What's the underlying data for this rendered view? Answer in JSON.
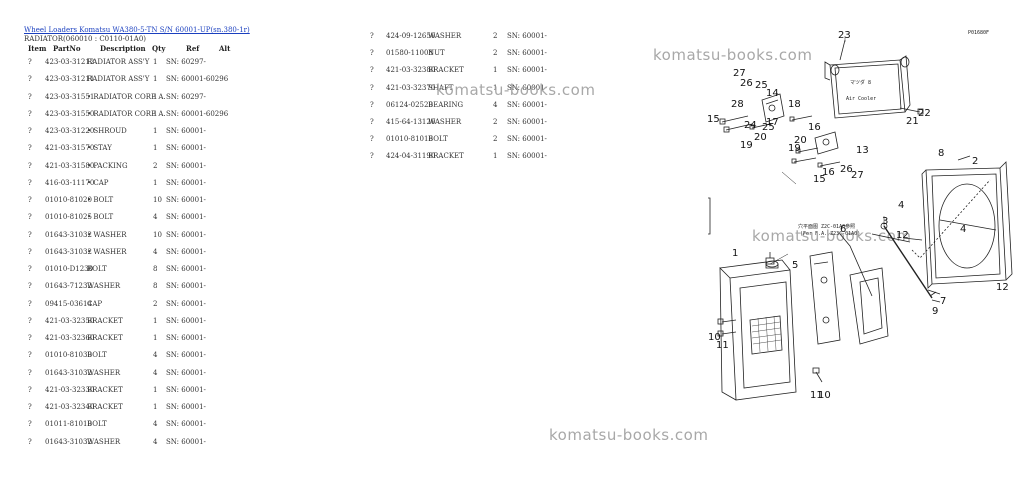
{
  "header": {
    "breadcrumb": "Wheel Loaders Komatsu WA380-5-TN S/N 60001-UP(sn.380-1r)",
    "subtitle": "RADIATOR(060010 : C0110-01A0)"
  },
  "columns": [
    "Item",
    "PartNo",
    "Description",
    "Qty",
    "Ref",
    "Alt"
  ],
  "left_rows": [
    {
      "item": "?",
      "part": "423-03-31212",
      "desc": "RADIATOR ASS'Y",
      "qty": "1",
      "ref": "SN: 60297-"
    },
    {
      "item": "?",
      "part": "423-03-31211",
      "desc": "RADIATOR ASS'Y",
      "qty": "1",
      "ref": "SN: 60001-60296"
    },
    {
      "item": "?",
      "part": "423-03-31551",
      "desc": "• RADIATOR CORE A.",
      "qty": "1",
      "ref": "SN: 60297-"
    },
    {
      "item": "?",
      "part": "423-03-31550",
      "desc": "• RADIATOR CORE A.",
      "qty": "1",
      "ref": "SN: 60001-60296"
    },
    {
      "item": "?",
      "part": "423-03-31220",
      "desc": "• SHROUD",
      "qty": "1",
      "ref": "SN: 60001-"
    },
    {
      "item": "?",
      "part": "421-03-31570",
      "desc": "• STAY",
      "qty": "1",
      "ref": "SN: 60001-"
    },
    {
      "item": "?",
      "part": "421-03-31580",
      "desc": "• PACKING",
      "qty": "2",
      "ref": "SN: 60001-"
    },
    {
      "item": "?",
      "part": "416-03-11170",
      "desc": "• CAP",
      "qty": "1",
      "ref": "SN: 60001-"
    },
    {
      "item": "?",
      "part": "01010-81020",
      "desc": "• BOLT",
      "qty": "10",
      "ref": "SN: 60001-"
    },
    {
      "item": "?",
      "part": "01010-81025",
      "desc": "• BOLT",
      "qty": "4",
      "ref": "SN: 60001-"
    },
    {
      "item": "?",
      "part": "01643-31032",
      "desc": "• WASHER",
      "qty": "10",
      "ref": "SN: 60001-"
    },
    {
      "item": "?",
      "part": "01643-31032",
      "desc": "• WASHER",
      "qty": "4",
      "ref": "SN: 60001-"
    },
    {
      "item": "?",
      "part": "01010-D1230",
      "desc": "BOLT",
      "qty": "8",
      "ref": "SN: 60001-"
    },
    {
      "item": "?",
      "part": "01643-71232",
      "desc": "WASHER",
      "qty": "8",
      "ref": "SN: 60001-"
    },
    {
      "item": "?",
      "part": "09415-03614",
      "desc": "CAP",
      "qty": "2",
      "ref": "SN: 60001-"
    },
    {
      "item": "?",
      "part": "421-03-32350",
      "desc": "BRACKET",
      "qty": "1",
      "ref": "SN: 60001-"
    },
    {
      "item": "?",
      "part": "421-03-32360",
      "desc": "BRACKET",
      "qty": "1",
      "ref": "SN: 60001-"
    },
    {
      "item": "?",
      "part": "01010-81030",
      "desc": "BOLT",
      "qty": "4",
      "ref": "SN: 60001-"
    },
    {
      "item": "?",
      "part": "01643-31032",
      "desc": "WASHER",
      "qty": "4",
      "ref": "SN: 60001-"
    },
    {
      "item": "?",
      "part": "421-03-32330",
      "desc": "BRACKET",
      "qty": "1",
      "ref": "SN: 60001-"
    },
    {
      "item": "?",
      "part": "421-03-32340",
      "desc": "BRACKET",
      "qty": "1",
      "ref": "SN: 60001-"
    },
    {
      "item": "?",
      "part": "01011-81010",
      "desc": "BOLT",
      "qty": "4",
      "ref": "SN: 60001-"
    },
    {
      "item": "?",
      "part": "01643-31032",
      "desc": "WASHER",
      "qty": "4",
      "ref": "SN: 60001-"
    }
  ],
  "right_rows": [
    {
      "item": "?",
      "part": "424-09-12650",
      "desc": "WASHER",
      "qty": "2",
      "ref": "SN: 60001-"
    },
    {
      "item": "?",
      "part": "01580-11008",
      "desc": "NUT",
      "qty": "2",
      "ref": "SN: 60001-"
    },
    {
      "item": "?",
      "part": "421-03-32380",
      "desc": "BRACKET",
      "qty": "1",
      "ref": "SN: 60001-"
    },
    {
      "item": "?",
      "part": "421-03-32370",
      "desc": "SHAFT",
      "qty": "1",
      "ref": "SN: 60001-"
    },
    {
      "item": "?",
      "part": "06124-02520",
      "desc": "BEARING",
      "qty": "4",
      "ref": "SN: 60001-"
    },
    {
      "item": "?",
      "part": "415-64-13120",
      "desc": "WASHER",
      "qty": "2",
      "ref": "SN: 60001-"
    },
    {
      "item": "?",
      "part": "01010-81016",
      "desc": "BOLT",
      "qty": "2",
      "ref": "SN: 60001-"
    },
    {
      "item": "?",
      "part": "424-04-31190",
      "desc": "BRACKET",
      "qty": "1",
      "ref": "SN: 60001-"
    }
  ],
  "watermark": "komatsu-books.com",
  "diagram": {
    "page_code": "P01680F",
    "callouts": [
      "23",
      "27",
      "26",
      "25",
      "14",
      "28",
      "18",
      "15",
      "17",
      "24",
      "25",
      "20",
      "19",
      "21",
      "22",
      "16",
      "13",
      "19",
      "20",
      "15",
      "16",
      "26",
      "27",
      "8",
      "2",
      "4",
      "3",
      "4",
      "12",
      "1",
      "5",
      "6",
      "12",
      "9",
      "7",
      "10",
      "11",
      "11",
      "10"
    ],
    "note_line1": "穴平面图 Z2C-01A0参照",
    "note_line2": "(For F.A. Z23C-01A0)",
    "guard_text1": "マツダ 8",
    "guard_text2": "Air Cooler"
  }
}
